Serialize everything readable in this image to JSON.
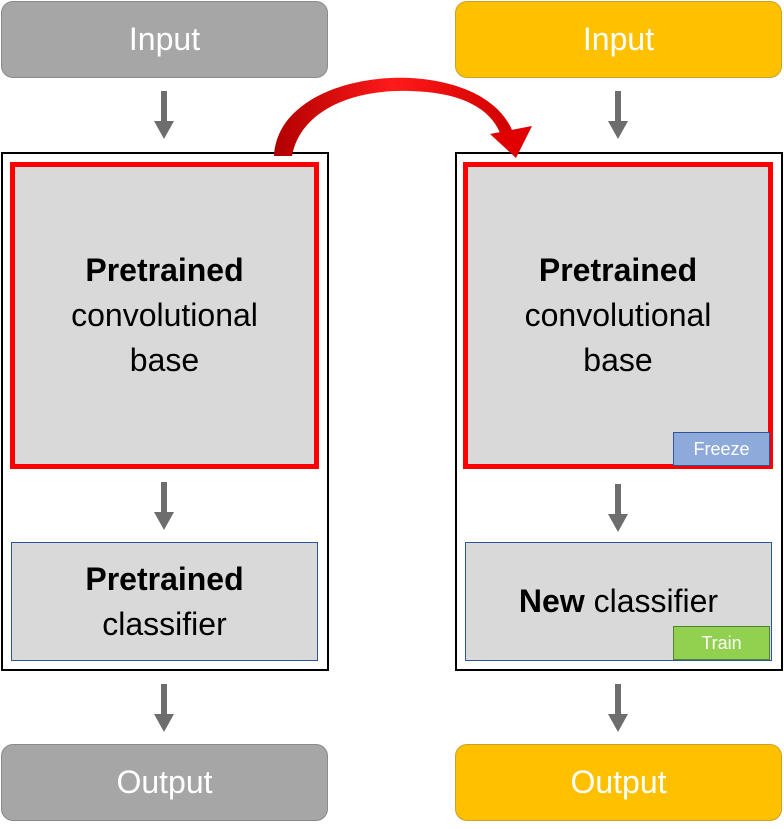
{
  "left": {
    "input": "Input",
    "base": {
      "bold": "Pretrained",
      "line2": "convolutional",
      "line3": "base"
    },
    "classifier": {
      "bold": "Pretrained",
      "line2": "classifier"
    },
    "output": "Output"
  },
  "right": {
    "input": "Input",
    "base": {
      "bold": "Pretrained",
      "line2": "convolutional",
      "line3": "base"
    },
    "freeze": "Freeze",
    "classifier": {
      "bold": "New",
      "rest": "classifier"
    },
    "train": "Train",
    "output": "Output"
  },
  "colors": {
    "gray_box": "#a6a6a6",
    "gold_box": "#ffc000",
    "highlight_red": "#ff0000",
    "block_fill": "#d9d9d9",
    "arrow_gray": "#6d6d6d",
    "freeze_blue": "#8eaadb",
    "train_green": "#92d050"
  }
}
